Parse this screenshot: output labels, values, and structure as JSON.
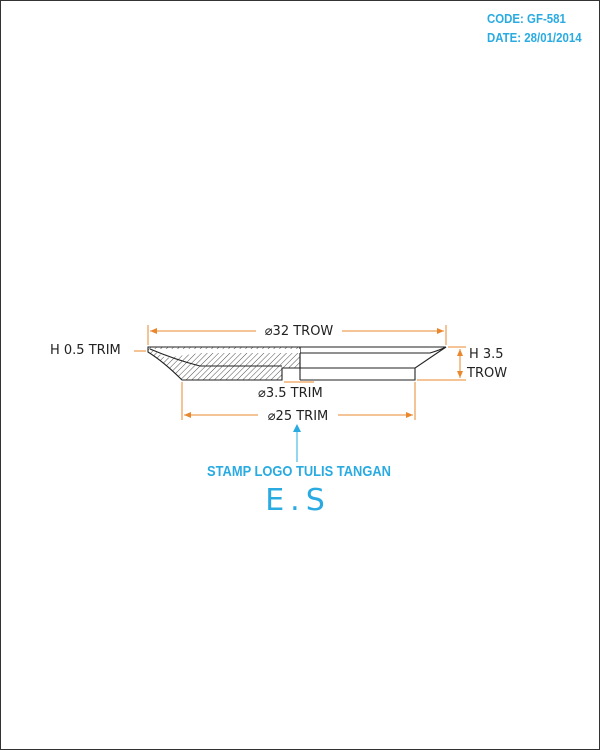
{
  "header": {
    "code_label": "CODE:",
    "code_value": "GF-581",
    "date_label": "DATE:",
    "date_value": "28/01/2014"
  },
  "dimensions": {
    "top_diameter": "⌀32 TROW",
    "left_height": "H 0.5 TRIM",
    "right_height_line1": "H 3.5",
    "right_height_line2": "TROW",
    "step_diameter": "⌀3.5 TRIM",
    "bottom_diameter": "⌀25 TRIM"
  },
  "annotation": {
    "label": "STAMP LOGO TULIS TANGAN",
    "signature": "E.S"
  },
  "colors": {
    "dimension_line": "#e8872e",
    "accent": "#29abe2",
    "outline": "#222222"
  }
}
